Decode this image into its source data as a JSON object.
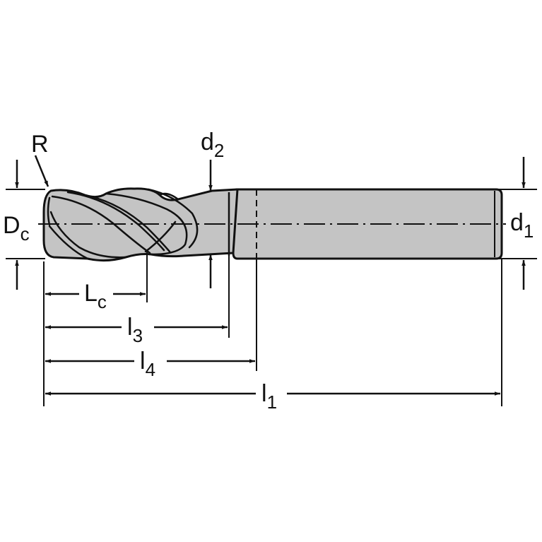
{
  "colors": {
    "line": "#111111",
    "tool_fill": "#c4c4c4",
    "background": "#ffffff"
  },
  "labels": {
    "radius": "R",
    "cutting_diameter": {
      "main": "D",
      "sub": "c"
    },
    "neck_diameter": {
      "main": "d",
      "sub": "2"
    },
    "shank_diameter": {
      "main": "d",
      "sub": "1"
    },
    "cutting_length": {
      "main": "L",
      "sub": "c"
    },
    "neck_length": {
      "main": "l",
      "sub": "3"
    },
    "usable_length": {
      "main": "l",
      "sub": "4"
    },
    "overall_length": {
      "main": "l",
      "sub": "1"
    }
  }
}
